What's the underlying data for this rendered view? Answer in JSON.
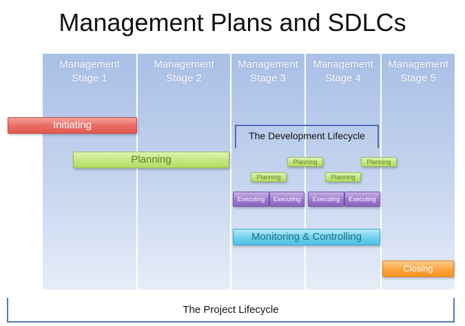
{
  "title": "Management Plans and SDLCs",
  "stages": [
    {
      "label": "Management\nStage 1"
    },
    {
      "label": "Management\nStage 2"
    },
    {
      "label": "Management\nStage 3"
    },
    {
      "label": "Management\nStage 4"
    },
    {
      "label": "Management\nStage 5"
    }
  ],
  "bars": {
    "initiating": "Initiating",
    "planning": "Planning",
    "monitoring": "Monitoring & Controlling",
    "closing": "Closing"
  },
  "development": {
    "label": "The Development Lifecycle",
    "planning": [
      "Planning",
      "Planning",
      "Planning",
      "Planning"
    ],
    "executing": [
      "Executing",
      "Executing",
      "Executing",
      "Executing"
    ]
  },
  "project_lifecycle": "The Project Lifecycle",
  "colors": {
    "stage_column": "#a9bfe6",
    "initiating": "#e25a50",
    "planning": "#b3dc66",
    "executing": "#8a63bf",
    "monitoring": "#4fc2e6",
    "closing": "#f7951f",
    "bracket": "#5577bb"
  }
}
